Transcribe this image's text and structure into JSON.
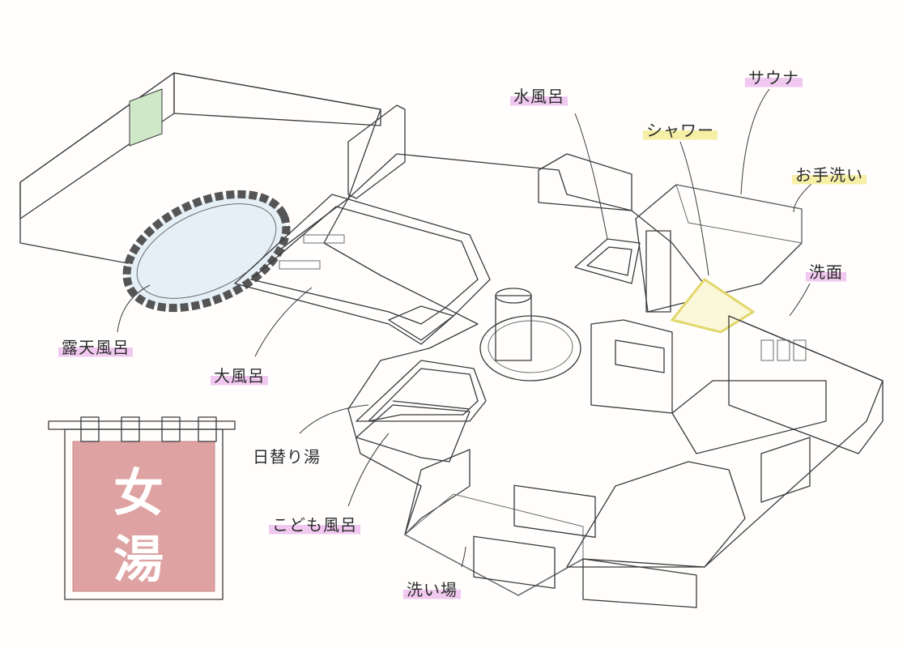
{
  "noren": {
    "line1": "女",
    "line2": "湯",
    "color": "#dfa2a2"
  },
  "labels": {
    "rotenburo": "露天風呂",
    "ooburo": "大風呂",
    "higawari": "日替り湯",
    "kodomo": "こども風呂",
    "araiba": "洗い場",
    "mizuburo": "水風呂",
    "shower": "シャワー",
    "sauna": "サウナ",
    "otearai": "お手洗い",
    "senmen": "洗面"
  },
  "colors": {
    "highlight_pink": "#f1c9f0",
    "highlight_yellow": "#f6efa6",
    "water": "#dff1ea",
    "tile": "#f7efef",
    "wall": "#fdf9f6"
  }
}
